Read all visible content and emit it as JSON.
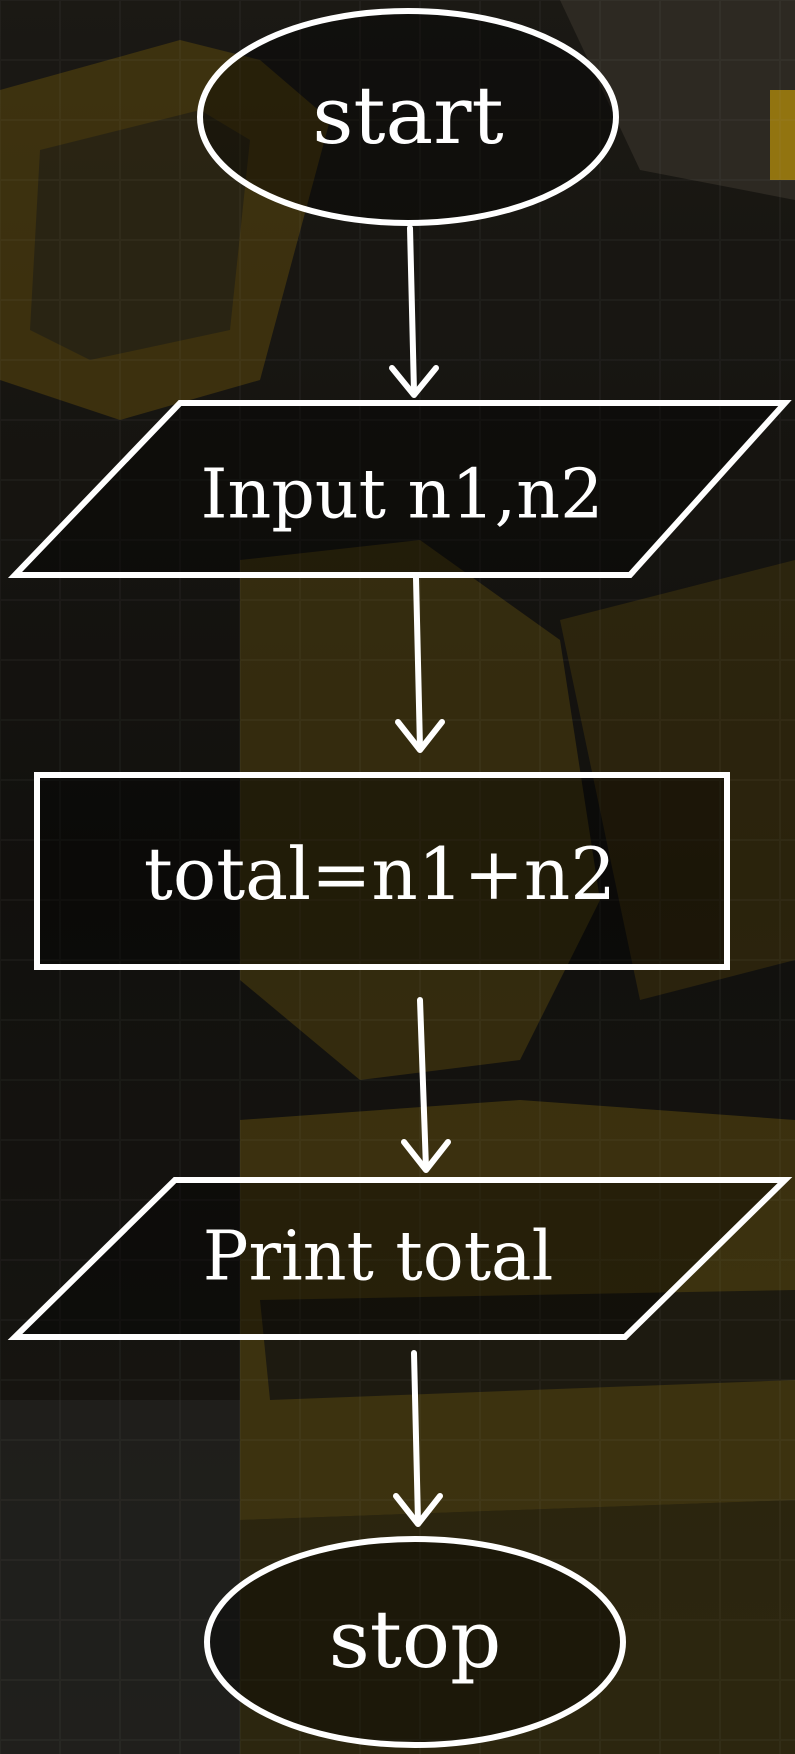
{
  "flowchart": {
    "start_label": "start",
    "input_label": "Input n1,n2",
    "process_label": "total=n1+n2",
    "output_label": "Print total",
    "stop_label": "stop"
  },
  "colors": {
    "stroke": "#ffffff",
    "text": "#ffffff",
    "accent_yellow": "#e0b21a"
  }
}
